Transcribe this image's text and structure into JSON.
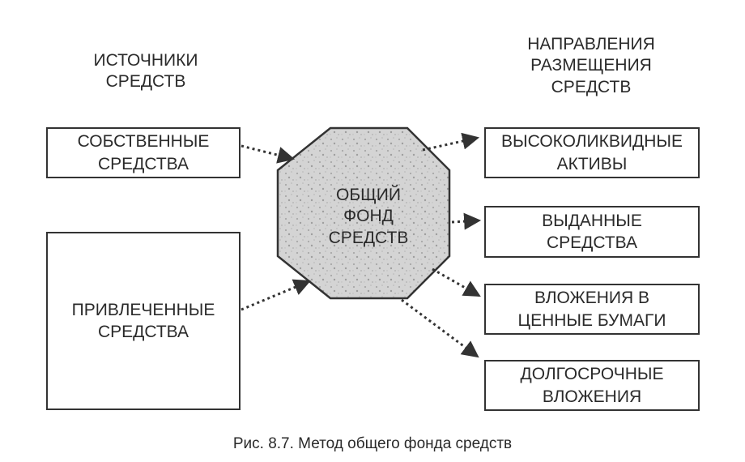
{
  "headers": {
    "sources": "ИСТОЧНИКИ\nСРЕДСТВ",
    "directions": "НАПРАВЛЕНИЯ\nРАЗМЕЩЕНИЯ\nСРЕДСТВ"
  },
  "sources": [
    {
      "label": "СОБСТВЕННЫЕ\nСРЕДСТВА"
    },
    {
      "label": "ПРИВЛЕЧЕННЫЕ\nСРЕДСТВА"
    }
  ],
  "center": {
    "label": "ОБЩИЙ\nФОНД\nСРЕДСТВ"
  },
  "directions": [
    {
      "label": "ВЫСОКОЛИКВИДНЫЕ\nАКТИВЫ"
    },
    {
      "label": "ВЫДАННЫЕ\nСРЕДСТВА"
    },
    {
      "label": "ВЛОЖЕНИЯ В\nЦЕННЫЕ БУМАГИ"
    },
    {
      "label": "ДОЛГОСРОЧНЫЕ\nВЛОЖЕНИЯ"
    }
  ],
  "caption": "Рис. 8.7. Метод общего фонда средств",
  "colors": {
    "line": "#333333",
    "fill": "#d6d6d6",
    "text": "#2a2a2a"
  }
}
